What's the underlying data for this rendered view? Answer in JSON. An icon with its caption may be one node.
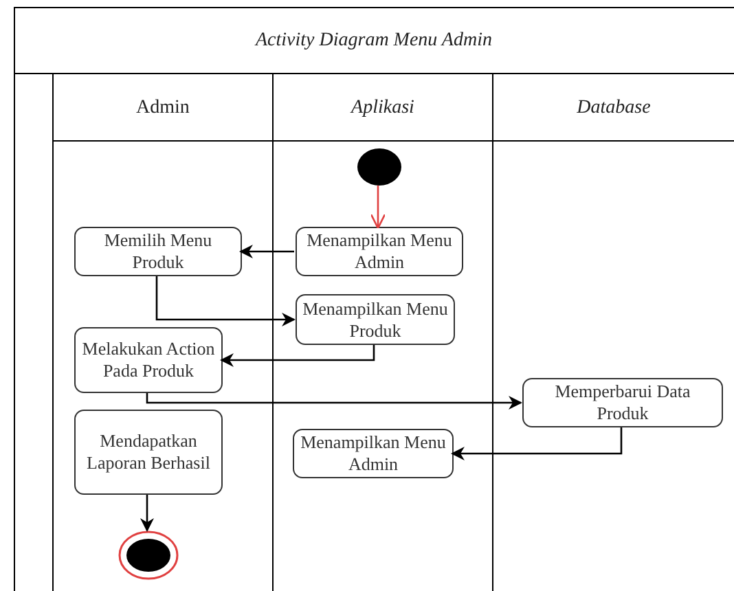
{
  "diagram": {
    "title": "Activity Diagram Menu Admin",
    "nodes": [
      {
        "text": [
          "Admin"
        ]
      },
      {
        "text": [
          "Aplikasi"
        ]
      },
      {
        "text": [
          "Database"
        ]
      },
      {
        "text": [],
        "shape": "circle",
        "in": 1
      },
      {
        "text": [
          "Menampilkan Menu Admin"
        ],
        "in": 1
      },
      {
        "text": [
          "Memilih Menu Produk"
        ],
        "in": 0
      },
      {
        "text": [
          "Menampilkan Menu Produk"
        ],
        "in": 1
      },
      {
        "text": [
          "Melakukan Action Pada Produk"
        ],
        "in": 0
      },
      {
        "text": [
          "Memperbarui Data Produk"
        ],
        "in": 2
      },
      {
        "text": [
          "Mendapatkan Laporan Berhasil"
        ],
        "in": 0
      },
      {
        "text": [
          "Menampilkan Menu Admin"
        ],
        "in": 1
      },
      {
        "text": [],
        "shape": "circle",
        "in": 0
      }
    ],
    "edges": [
      {
        "from": 3,
        "to": 4,
        "arrow": "to",
        "color": "#e04040"
      },
      {
        "from": 4,
        "to": 5,
        "arrow": "to"
      },
      {
        "from": 5,
        "to": 6,
        "arrow": "to"
      },
      {
        "from": 6,
        "to": 7,
        "arrow": "to"
      },
      {
        "from": 7,
        "to": 8,
        "arrow": "to"
      },
      {
        "from": 8,
        "to": 10,
        "arrow": "to"
      },
      {
        "from": 9,
        "to": 11,
        "arrow": "to"
      }
    ]
  }
}
